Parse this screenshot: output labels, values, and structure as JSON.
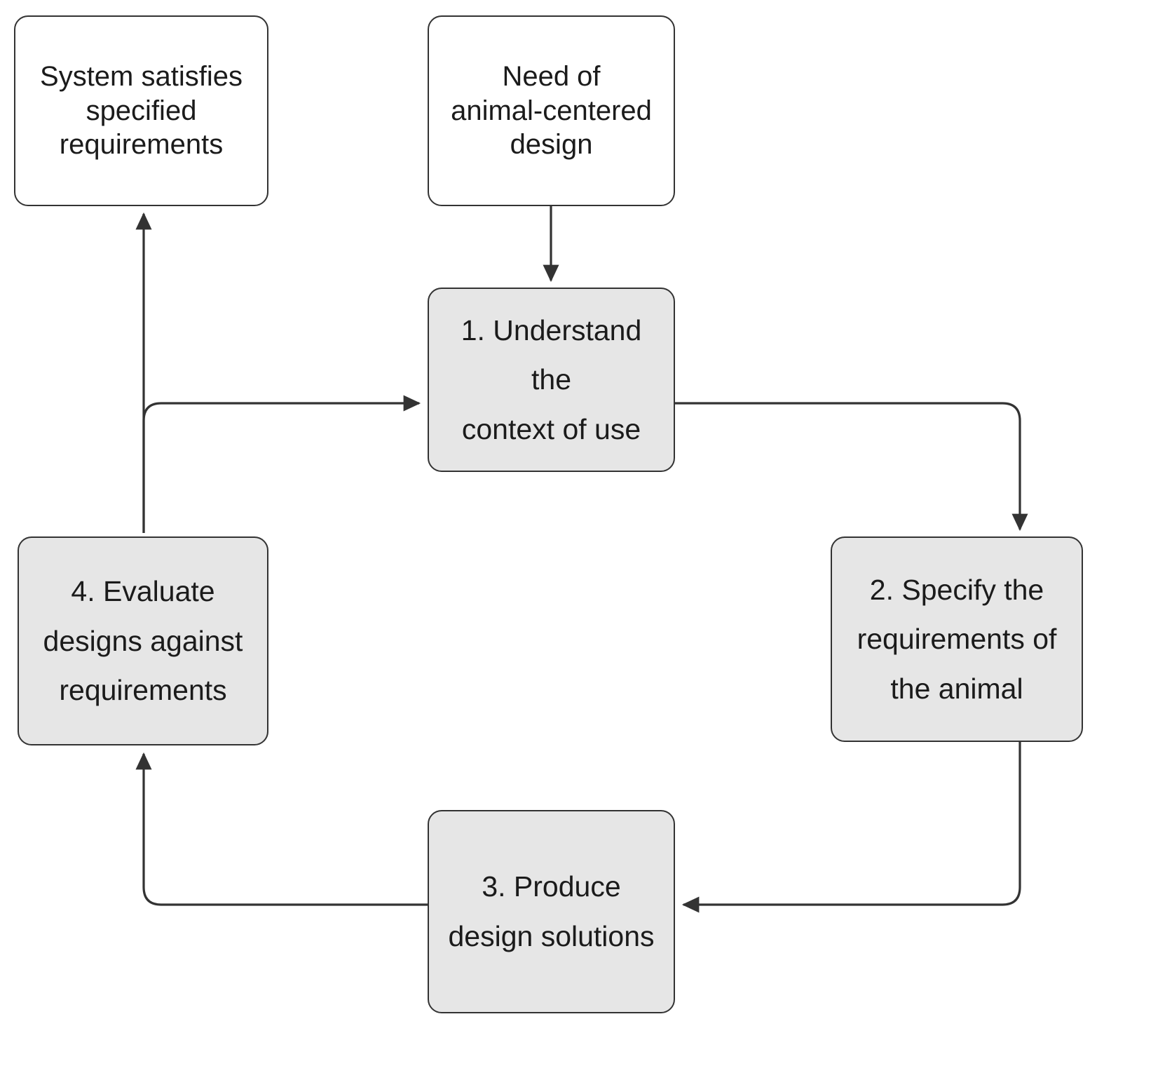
{
  "diagram": {
    "title": "Animal-centered design process cycle",
    "background_color": "#ffffff",
    "edge_color": "#333333",
    "node_border_color": "#333333",
    "node_fill_white": "#ffffff",
    "node_fill_gray": "#e6e6e6",
    "text_color": "#1b1b1b"
  },
  "nodes": {
    "system_satisfies": {
      "label": "System satisfies\nspecified\nrequirements",
      "fill": "white"
    },
    "need_animal_centered": {
      "label": "Need of\nanimal-centered\ndesign",
      "fill": "white"
    },
    "step_1": {
      "label": "1. Understand the\ncontext of use",
      "fill": "gray"
    },
    "step_2": {
      "label": "2. Specify the\nrequirements of\nthe animal",
      "fill": "gray"
    },
    "step_3": {
      "label": "3. Produce\ndesign solutions",
      "fill": "gray"
    },
    "step_4": {
      "label": "4. Evaluate\ndesigns against\nrequirements",
      "fill": "gray"
    }
  },
  "edges": [
    {
      "name": "need-to-step1",
      "from": "need_animal_centered",
      "to": "step_1",
      "direction": "down",
      "arrowhead": true
    },
    {
      "name": "step1-to-step2",
      "from": "step_1",
      "to": "step_2",
      "direction": "right-then-down",
      "arrowhead": true
    },
    {
      "name": "step2-to-step3",
      "from": "step_2",
      "to": "step_3",
      "direction": "down-then-left",
      "arrowhead": true
    },
    {
      "name": "step3-to-step4",
      "from": "step_3",
      "to": "step_4",
      "direction": "left-then-up",
      "arrowhead": true
    },
    {
      "name": "step4-to-step1",
      "from": "step_4",
      "to": "step_1",
      "direction": "up-then-right",
      "arrowhead": true
    },
    {
      "name": "step4-to-system-satisfies",
      "from": "step_4",
      "to": "system_satisfies",
      "direction": "up",
      "arrowhead": true
    }
  ]
}
